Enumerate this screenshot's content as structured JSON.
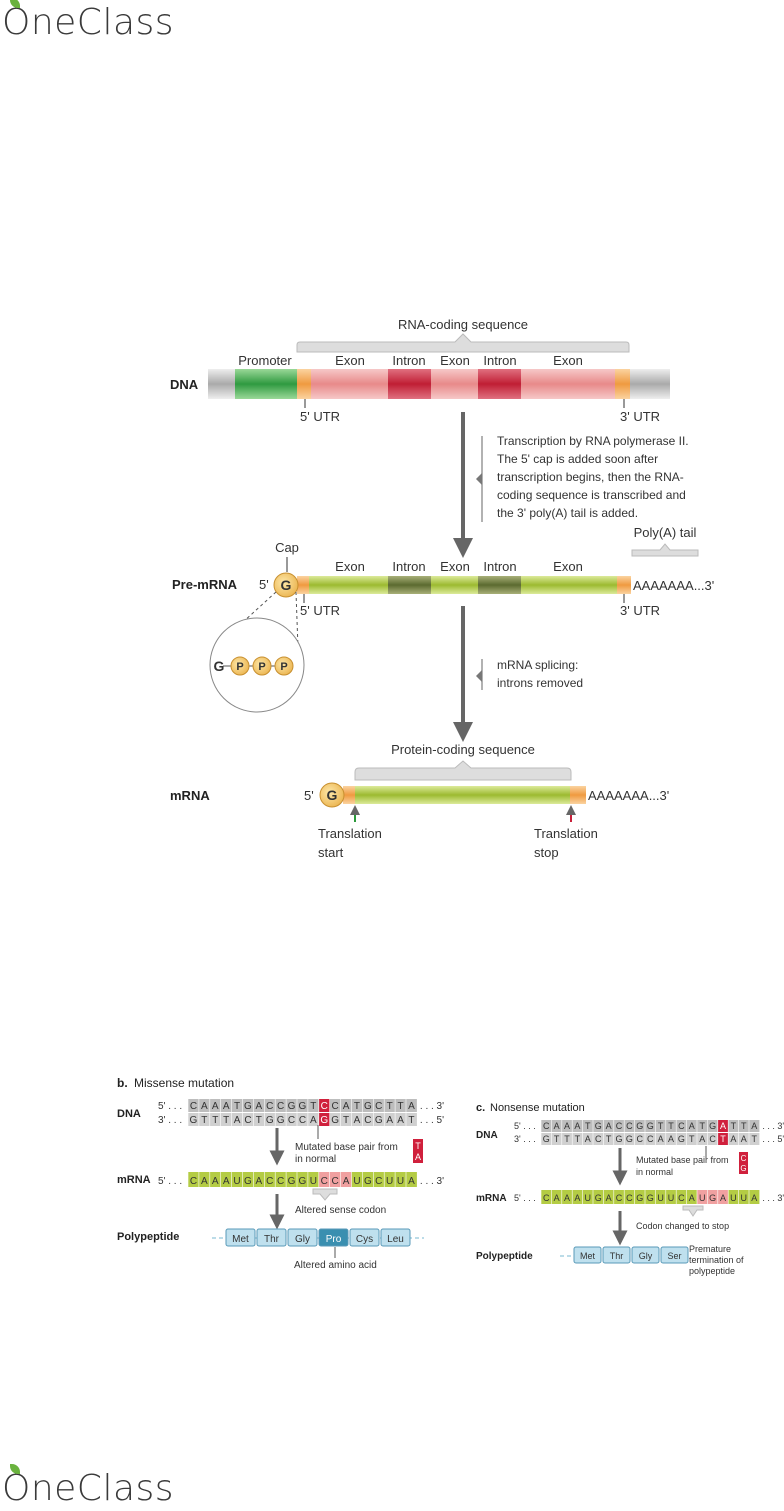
{
  "brand": {
    "logo_top": "OneClass",
    "logo_bottom": "OneClass"
  },
  "figure_a": {
    "rna_coding_sequence": "RNA-coding sequence",
    "promoter": "Promoter",
    "exon": "Exon",
    "intron": "Intron",
    "dna_label": "DNA",
    "utr5": "5' UTR",
    "utr3": "3' UTR",
    "transcription_note": [
      "Transcription by RNA polymerase II.",
      "The 5' cap is added soon after",
      "transcription begins, then the RNA-",
      "coding sequence is transcribed and",
      "the 3' poly(A) tail is added."
    ],
    "cap": "Cap",
    "polya_tail": "Poly(A) tail",
    "premrna_label": "Pre-mRNA",
    "five_prime": "5'",
    "g": "G",
    "p": "P",
    "polya_seq": "AAAAAAA...3'",
    "splicing_note": [
      "mRNA splicing:",
      "introns removed"
    ],
    "protein_coding_sequence": "Protein-coding sequence",
    "mrna_label": "mRNA",
    "translation_start": [
      "Translation",
      "start"
    ],
    "translation_stop": [
      "Translation",
      "stop"
    ]
  },
  "figure_b": {
    "letter": "b.",
    "title": "Missense mutation",
    "dna_label": "DNA",
    "dna_top_prefix": "5' . . .",
    "dna_top_bases": [
      "C",
      "A",
      "A",
      "A",
      "T",
      "G",
      "A",
      "C",
      "C",
      "G",
      "G",
      "T",
      "C",
      "C",
      "A",
      "T",
      "G",
      "C",
      "T",
      "T",
      "A"
    ],
    "dna_top_suffix": ". . . 3'",
    "dna_bottom_prefix": "3' . . .",
    "dna_bottom_bases": [
      "G",
      "T",
      "T",
      "T",
      "A",
      "C",
      "T",
      "G",
      "G",
      "C",
      "C",
      "A",
      "G",
      "G",
      "T",
      "A",
      "C",
      "G",
      "A",
      "A",
      "T"
    ],
    "dna_bottom_suffix": ". . . 5'",
    "mutated_index": 12,
    "mutated_note": [
      "Mutated base pair from",
      "in normal"
    ],
    "normal_pair": [
      "T",
      "A"
    ],
    "mrna_label": "mRNA",
    "mrna_prefix": "5' . . .",
    "mrna_bases": [
      "C",
      "A",
      "A",
      "A",
      "U",
      "G",
      "A",
      "C",
      "C",
      "G",
      "G",
      "U",
      "C",
      "C",
      "A",
      "U",
      "G",
      "C",
      "U",
      "U",
      "A"
    ],
    "mrna_suffix": ". . . 3'",
    "altered_codon_note": "Altered sense codon",
    "polypeptide_label": "Polypeptide",
    "amino_acids": [
      "Met",
      "Thr",
      "Gly",
      "Pro",
      "Cys",
      "Leu"
    ],
    "altered_aa_index": 3,
    "altered_aa_note": "Altered amino acid"
  },
  "figure_c": {
    "letter": "c.",
    "title": "Nonsense mutation",
    "dna_label": "DNA",
    "dna_top_prefix": "5' . . .",
    "dna_top_bases": [
      "C",
      "A",
      "A",
      "A",
      "T",
      "G",
      "A",
      "C",
      "C",
      "G",
      "G",
      "T",
      "T",
      "C",
      "A",
      "T",
      "G",
      "A",
      "T",
      "T",
      "A"
    ],
    "dna_top_suffix": ". . . 3'",
    "dna_bottom_prefix": "3' . . .",
    "dna_bottom_bases": [
      "G",
      "T",
      "T",
      "T",
      "A",
      "C",
      "T",
      "G",
      "G",
      "C",
      "C",
      "A",
      "A",
      "G",
      "T",
      "A",
      "C",
      "T",
      "A",
      "A",
      "T"
    ],
    "dna_bottom_suffix": ". . . 5'",
    "mutated_index": 17,
    "mutated_note": [
      "Mutated base pair from",
      "in normal"
    ],
    "normal_pair": [
      "C",
      "G"
    ],
    "mrna_label": "mRNA",
    "mrna_prefix": "5' . . .",
    "mrna_bases": [
      "C",
      "A",
      "A",
      "A",
      "U",
      "G",
      "A",
      "C",
      "C",
      "G",
      "G",
      "U",
      "U",
      "C",
      "A",
      "U",
      "G",
      "A",
      "U",
      "U",
      "A"
    ],
    "mrna_suffix": ". . . 3'",
    "stop_codon_note": "Codon changed to stop",
    "polypeptide_label": "Polypeptide",
    "amino_acids": [
      "Met",
      "Thr",
      "Gly",
      "Ser"
    ],
    "termination_note": [
      "Premature",
      "termination of",
      "polypeptide"
    ]
  },
  "colors": {
    "promoter": "#3aa34a",
    "exon_dna": "#f0a0a0",
    "intron_dna": "#c8283a",
    "utr": "#f2a04a",
    "premrna": "#b4cc44",
    "intron_rna": "#6a7a3a",
    "cap": "#f3c25a",
    "arrow": "#666666",
    "highlight": "#d0203c",
    "amino_acid": "#bfe0ee",
    "amino_acid_altered": "#3a8fb0"
  }
}
